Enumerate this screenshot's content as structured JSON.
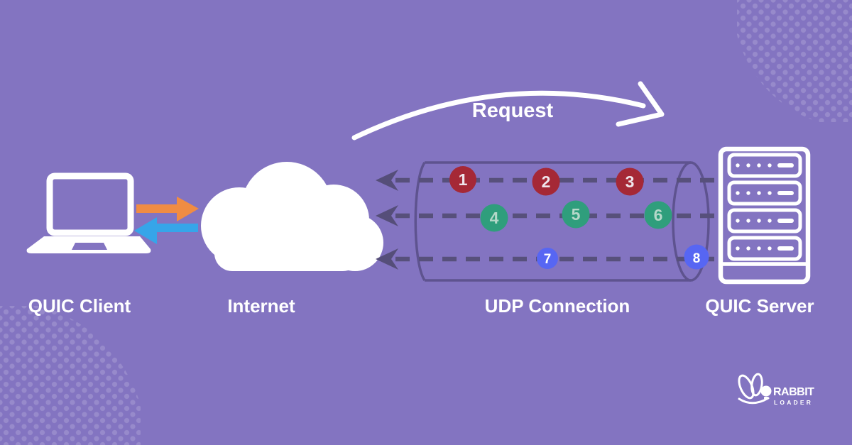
{
  "flow": {
    "request_label": "Request"
  },
  "labels": {
    "client": "QUIC Client",
    "internet": "Internet",
    "connection": "UDP Connection",
    "server": "QUIC Server"
  },
  "packets": [
    {
      "label": "1",
      "stream": "stream1"
    },
    {
      "label": "2",
      "stream": "stream1"
    },
    {
      "label": "3",
      "stream": "stream1"
    },
    {
      "label": "4",
      "stream": "stream2"
    },
    {
      "label": "5",
      "stream": "stream2"
    },
    {
      "label": "6",
      "stream": "stream2"
    },
    {
      "label": "7",
      "stream": "stream3"
    },
    {
      "label": "8",
      "stream": "stream3"
    }
  ],
  "colors": {
    "background": "#8374C1",
    "dot_pattern": "rgba(255,255,255,0.16)",
    "stream1_fill": "#A52836",
    "stream1_text": "#EFE5EC",
    "stream2_fill": "#2F9E7C",
    "stream2_text": "#B5D8C9",
    "stream3_fill": "#5766F3",
    "stream3_text": "#FFFFFF",
    "dash_line": "#57507B",
    "arrowhead": "#554E79",
    "tube_outline": "#463E6E",
    "upload_arrow": "#F08C43",
    "download_arrow": "#36A5E9",
    "icon_white": "#FFFFFF"
  },
  "logo": {
    "name_top": "RABBIT",
    "name_bottom": "LOADER"
  }
}
